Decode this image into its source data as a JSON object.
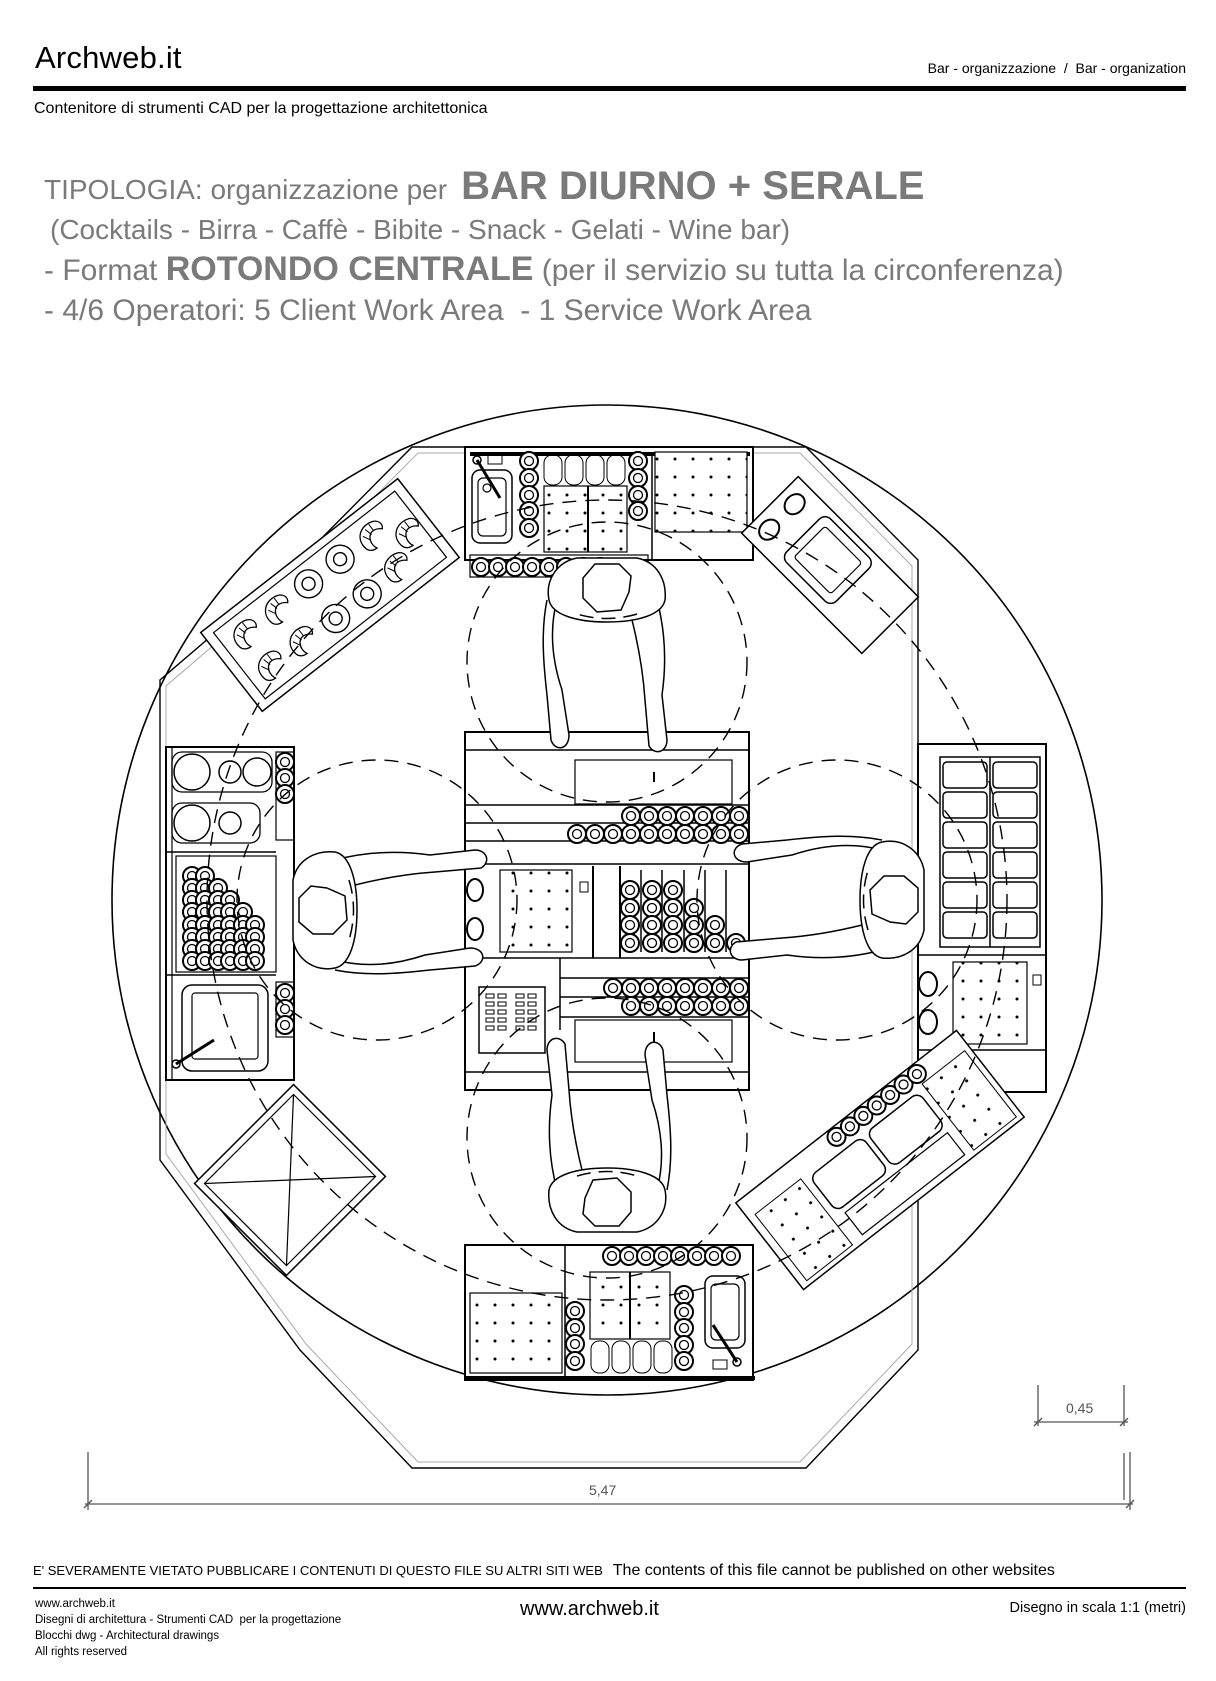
{
  "header": {
    "brand": "Archweb.it",
    "breadcrumb": "Bar - organizzazione  /  Bar - organization",
    "tagline": "Contenitore di strumenti CAD per la progettazione architettonica"
  },
  "title_block": {
    "line1_prefix": "TIPOLOGIA: organizzazione per",
    "line1_bold": "BAR DIURNO + SERALE",
    "line2": "(Cocktails - Birra - Caffè - Bibite - Snack - Gelati - Wine bar)",
    "line3_prefix": "- Format",
    "line3_bold": "ROTONDO CENTRALE",
    "line3_suffix": "(per il servizio su tutta la circonferenza)",
    "line4": "- 4/6 Operatori: 5 Client Work Area  - 1 Service Work Area"
  },
  "drawing": {
    "type": "floor-plan",
    "subject": "circular central bar with 4 operators",
    "dimensions": {
      "overall_width": "5,47",
      "counter_depth": "0,45"
    },
    "colors": {
      "line": "#000000",
      "dimension": "#555555",
      "title_text": "#7a7a7a"
    }
  },
  "footer": {
    "warning_it": "E' SEVERAMENTE VIETATO PUBBLICARE I CONTENUTI DI QUESTO FILE SU ALTRI SITI WEB",
    "warning_en": "The contents of this file cannot be published on other websites",
    "left_lines": [
      "www.archweb.it",
      "Disegni di architettura - Strumenti CAD  per la progettazione",
      "Blocchi dwg - Architectural drawings",
      "All rights reserved"
    ],
    "center": "www.archweb.it",
    "scale": "Disegno in scala 1:1 (metri)"
  }
}
